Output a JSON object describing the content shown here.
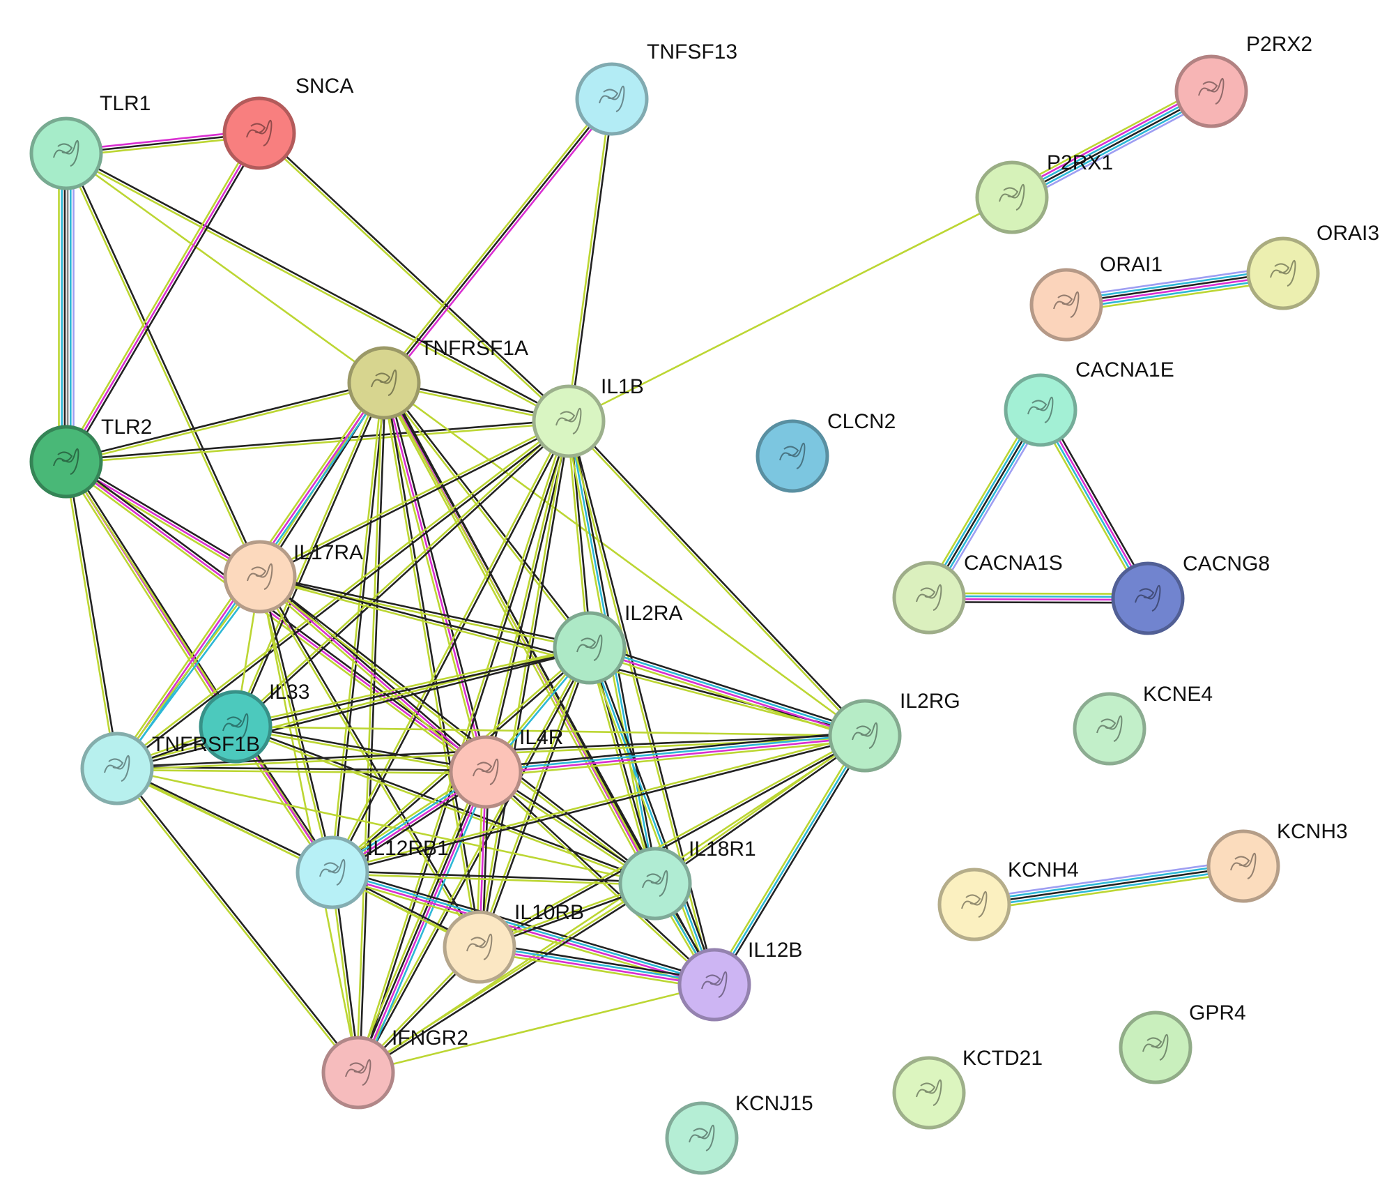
{
  "nodes": [
    {
      "id": "TLR1",
      "label": "TLR1",
      "color": "#a6ecc9"
    },
    {
      "id": "SNCA",
      "label": "SNCA",
      "color": "#f87f7f"
    },
    {
      "id": "TNFSF13",
      "label": "TNFSF13",
      "color": "#b3ecf5"
    },
    {
      "id": "P2RX2",
      "label": "P2RX2",
      "color": "#f7b5b5"
    },
    {
      "id": "P2RX1",
      "label": "P2RX1",
      "color": "#d6f2b9"
    },
    {
      "id": "ORAI3",
      "label": "ORAI3",
      "color": "#ecefb0"
    },
    {
      "id": "ORAI1",
      "label": "ORAI1",
      "color": "#fbd4bb"
    },
    {
      "id": "TNFRSF1A",
      "label": "TNFRSF1A",
      "color": "#d7d58f"
    },
    {
      "id": "IL1B",
      "label": "IL1B",
      "color": "#d9f5c2"
    },
    {
      "id": "CLCN2",
      "label": "CLCN2",
      "color": "#7cc6e0"
    },
    {
      "id": "CACNA1E",
      "label": "CACNA1E",
      "color": "#a3f0d5"
    },
    {
      "id": "TLR2",
      "label": "TLR2",
      "color": "#49b877"
    },
    {
      "id": "IL17RA",
      "label": "IL17RA",
      "color": "#fcd9bd"
    },
    {
      "id": "CACNA1S",
      "label": "CACNA1S",
      "color": "#dbf0be"
    },
    {
      "id": "CACNG8",
      "label": "CACNG8",
      "color": "#7184cf"
    },
    {
      "id": "IL2RA",
      "label": "IL2RA",
      "color": "#ade9c6"
    },
    {
      "id": "IL33",
      "label": "IL33",
      "color": "#4cc9bd"
    },
    {
      "id": "TNFRSF1B",
      "label": "TNFRSF1B",
      "color": "#b7f0ee"
    },
    {
      "id": "IL4R",
      "label": "IL4R",
      "color": "#fcc3b8"
    },
    {
      "id": "IL2RG",
      "label": "IL2RG",
      "color": "#b6ecc6"
    },
    {
      "id": "KCNE4",
      "label": "KCNE4",
      "color": "#c2efc9"
    },
    {
      "id": "IL12RB1",
      "label": "IL12RB1",
      "color": "#b7f0f6"
    },
    {
      "id": "IL18R1",
      "label": "IL18R1",
      "color": "#b0ecd3"
    },
    {
      "id": "IL10RB",
      "label": "IL10RB",
      "color": "#fbe7c3"
    },
    {
      "id": "IL12B",
      "label": "IL12B",
      "color": "#cdb5f3"
    },
    {
      "id": "KCNH3",
      "label": "KCNH3",
      "color": "#fbdcbd"
    },
    {
      "id": "KCNH4",
      "label": "KCNH4",
      "color": "#fbf0c0"
    },
    {
      "id": "IFNGR2",
      "label": "IFNGR2",
      "color": "#f6bcbd"
    },
    {
      "id": "GPR4",
      "label": "GPR4",
      "color": "#c9efbd"
    },
    {
      "id": "KCTD21",
      "label": "KCTD21",
      "color": "#dcf5bf"
    },
    {
      "id": "KCNJ15",
      "label": "KCNJ15",
      "color": "#b5eed5"
    }
  ],
  "edge_colors": {
    "textmining": "#bcd633",
    "coexpression": "#222222",
    "experiments": "#d92fd1",
    "databases": "#2db8d6",
    "homology": "#3a3ac9",
    "homology_light": "#9e9ef2"
  },
  "edges": [
    [
      "TLR1",
      "SNCA",
      "pkt"
    ],
    [
      "TLR1",
      "TLR2",
      "lbdkbt"
    ],
    [
      "TLR1",
      "TNFRSF1A",
      "t"
    ],
    [
      "TLR1",
      "IL1B",
      "kt"
    ],
    [
      "TLR1",
      "IL17RA",
      "kt"
    ],
    [
      "SNCA",
      "TLR2",
      "kpt"
    ],
    [
      "SNCA",
      "IL1B",
      "kt"
    ],
    [
      "TNFSF13",
      "TNFRSF1A",
      "pkt"
    ],
    [
      "TNFSF13",
      "IL1B",
      "kt"
    ],
    [
      "P2RX2",
      "P2RX1",
      "lbkbpt"
    ],
    [
      "P2RX1",
      "IL1B",
      "t"
    ],
    [
      "ORAI1",
      "ORAI3",
      "lbkpbt"
    ],
    [
      "CACNA1E",
      "CACNA1S",
      "lbkbt"
    ],
    [
      "CACNA1E",
      "CACNG8",
      "kpbt"
    ],
    [
      "CACNA1S",
      "CACNG8",
      "tbpk"
    ],
    [
      "KCNH4",
      "KCNH3",
      "lbkbt"
    ],
    [
      "TLR2",
      "TNFRSF1A",
      "kt"
    ],
    [
      "TLR2",
      "IL1B",
      "kt"
    ],
    [
      "TLR2",
      "IL17RA",
      "kpt"
    ],
    [
      "TLR2",
      "IL33",
      "kpt"
    ],
    [
      "TLR2",
      "TNFRSF1B",
      "kt"
    ],
    [
      "TLR2",
      "IL4R",
      "kpt"
    ],
    [
      "TLR2",
      "IL12RB1",
      "t"
    ],
    [
      "TNFRSF1A",
      "IL1B",
      "kt"
    ],
    [
      "TNFRSF1A",
      "IL17RA",
      "kt"
    ],
    [
      "TNFRSF1A",
      "TNFRSF1B",
      "bpt"
    ],
    [
      "TNFRSF1A",
      "IL2RA",
      "kt"
    ],
    [
      "TNFRSF1A",
      "IL4R",
      "kpt"
    ],
    [
      "TNFRSF1A",
      "IL12RB1",
      "kt"
    ],
    [
      "TNFRSF1A",
      "IL10RB",
      "kt"
    ],
    [
      "TNFRSF1A",
      "IL18R1",
      "kpt"
    ],
    [
      "TNFRSF1A",
      "IFNGR2",
      "kt"
    ],
    [
      "TNFRSF1A",
      "IL12B",
      "kt"
    ],
    [
      "TNFRSF1A",
      "IL2RG",
      "t"
    ],
    [
      "TNFRSF1A",
      "IL33",
      "kt"
    ],
    [
      "IL1B",
      "IL17RA",
      "kt"
    ],
    [
      "IL1B",
      "IL2RA",
      "kt"
    ],
    [
      "IL1B",
      "IL33",
      "kt"
    ],
    [
      "IL1B",
      "TNFRSF1B",
      "kt"
    ],
    [
      "IL1B",
      "IL4R",
      "kt"
    ],
    [
      "IL1B",
      "IL2RG",
      "kt"
    ],
    [
      "IL1B",
      "IL12RB1",
      "kt"
    ],
    [
      "IL1B",
      "IL18R1",
      "kbt"
    ],
    [
      "IL1B",
      "IL10RB",
      "kt"
    ],
    [
      "IL1B",
      "IL12B",
      "kt"
    ],
    [
      "IL1B",
      "IFNGR2",
      "kt"
    ],
    [
      "IL17RA",
      "IL33",
      "t"
    ],
    [
      "IL17RA",
      "TNFRSF1B",
      "bt"
    ],
    [
      "IL17RA",
      "IL2RA",
      "kt"
    ],
    [
      "IL17RA",
      "IL4R",
      "kpt"
    ],
    [
      "IL17RA",
      "IL12RB1",
      "kt"
    ],
    [
      "IL17RA",
      "IL10RB",
      "kt"
    ],
    [
      "IL17RA",
      "IL18R1",
      "kt"
    ],
    [
      "IL17RA",
      "IFNGR2",
      "t"
    ],
    [
      "IL17RA",
      "IL2RG",
      "kt"
    ],
    [
      "IL2RA",
      "TNFRSF1B",
      "kt"
    ],
    [
      "IL2RA",
      "IL33",
      "kt"
    ],
    [
      "IL2RA",
      "IL4R",
      "bt"
    ],
    [
      "IL2RA",
      "IL2RG",
      "kbpt"
    ],
    [
      "IL2RA",
      "IL12RB1",
      "kt"
    ],
    [
      "IL2RA",
      "IL18R1",
      "kt"
    ],
    [
      "IL2RA",
      "IL12B",
      "kbt"
    ],
    [
      "IL2RA",
      "IL10RB",
      "kt"
    ],
    [
      "IL2RA",
      "IFNGR2",
      "kt"
    ],
    [
      "IL33",
      "TNFRSF1B",
      "kt"
    ],
    [
      "IL33",
      "IL4R",
      "kt"
    ],
    [
      "IL33",
      "IL12RB1",
      "kpt"
    ],
    [
      "IL33",
      "IL18R1",
      "kt"
    ],
    [
      "IL33",
      "IL2RG",
      "t"
    ],
    [
      "TNFRSF1B",
      "IL4R",
      "kt"
    ],
    [
      "TNFRSF1B",
      "IL12RB1",
      "kt"
    ],
    [
      "TNFRSF1B",
      "IFNGR2",
      "kt"
    ],
    [
      "TNFRSF1B",
      "IL2RG",
      "kt"
    ],
    [
      "TNFRSF1B",
      "IL18R1",
      "t"
    ],
    [
      "TNFRSF1B",
      "IL10RB",
      "t"
    ],
    [
      "IL4R",
      "IL2RG",
      "kbpt"
    ],
    [
      "IL4R",
      "IL12RB1",
      "kpbt"
    ],
    [
      "IL4R",
      "IL10RB",
      "kpt"
    ],
    [
      "IL4R",
      "IL18R1",
      "kt"
    ],
    [
      "IL4R",
      "IL12B",
      "kt"
    ],
    [
      "IL4R",
      "IFNGR2",
      "bpkt"
    ],
    [
      "IL2RG",
      "IL12RB1",
      "kt"
    ],
    [
      "IL2RG",
      "IL18R1",
      "kt"
    ],
    [
      "IL2RG",
      "IL10RB",
      "kt"
    ],
    [
      "IL2RG",
      "IL12B",
      "kbt"
    ],
    [
      "IL2RG",
      "IFNGR2",
      "t"
    ],
    [
      "IL12RB1",
      "IL18R1",
      "kt"
    ],
    [
      "IL12RB1",
      "IL10RB",
      "kt"
    ],
    [
      "IL12RB1",
      "IL12B",
      "kbpt"
    ],
    [
      "IL12RB1",
      "IFNGR2",
      "kt"
    ],
    [
      "IL18R1",
      "IL10RB",
      "kt"
    ],
    [
      "IL18R1",
      "IL12B",
      "kbt"
    ],
    [
      "IL18R1",
      "IFNGR2",
      "kt"
    ],
    [
      "IL10RB",
      "IL12B",
      "kbpt"
    ],
    [
      "IL10RB",
      "IFNGR2",
      "kt"
    ],
    [
      "IL12B",
      "IFNGR2",
      "t"
    ]
  ]
}
